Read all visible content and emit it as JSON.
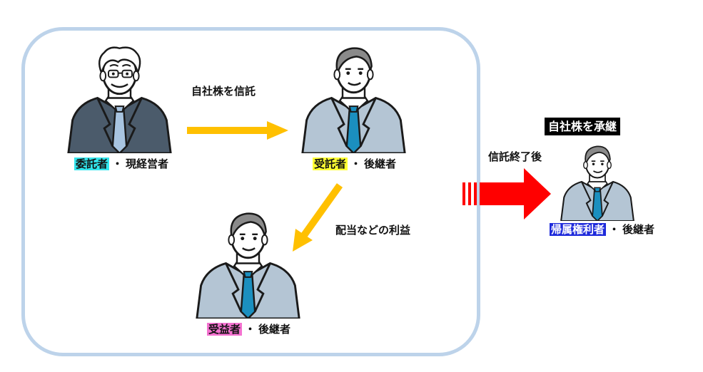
{
  "relations": {
    "transfer_label": "自社株を信託",
    "benefit_label": "配当などの利益",
    "termination_label": "信託終了後",
    "inherit_label": "自社株を承継"
  },
  "roles": {
    "trustor": {
      "role": "委託者",
      "separator": "・",
      "desc": "現経営者"
    },
    "trustee": {
      "role": "受託者",
      "separator": "・",
      "desc": "後継者"
    },
    "beneficiary": {
      "role": "受益者",
      "separator": "・",
      "desc": "後継者"
    },
    "remainder": {
      "role": "帰属権利者",
      "separator": "・",
      "desc": "後継者"
    }
  },
  "colors": {
    "frame": "#bdd3ea",
    "arrow_yellow": "#ffc000",
    "arrow_red": "#ff0000",
    "highlight_cyan": "#33e6ee",
    "highlight_yellow": "#ffff33",
    "highlight_pink": "#f472d0",
    "highlight_blue": "#1f2bdb"
  },
  "icons": {
    "trustor": "elderly-businessman-icon",
    "trustee": "businessman-icon",
    "beneficiary": "businessman-icon",
    "remainder": "businessman-icon"
  }
}
